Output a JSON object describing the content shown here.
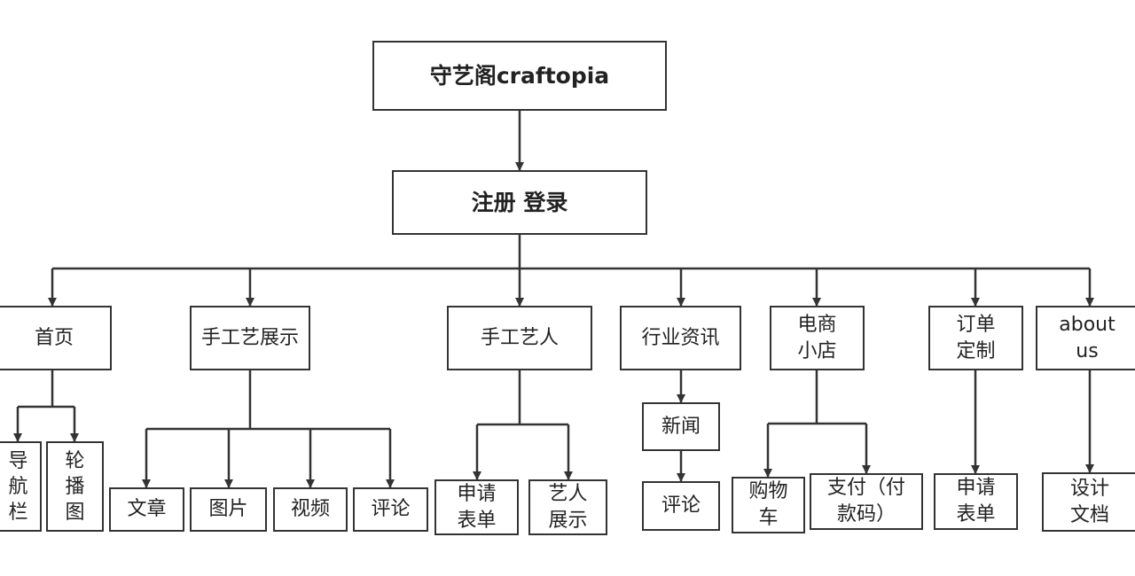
{
  "nodes": {
    "root": "守艺阁craftopia",
    "auth": "注册 登录",
    "home": "首页",
    "craft_show": "手工艺展示",
    "artisan": "手工艺人",
    "news_industry": "行业资讯",
    "shop": "电商小店",
    "order": "订单定制",
    "about": "about us",
    "nav": "导航栏",
    "carousel": "轮播图",
    "article": "文章",
    "image": "图片",
    "video": "视频",
    "comment1": "评论",
    "apply_form1": "申请表单",
    "artist_show": "艺人展示",
    "news": "新闻",
    "comment2": "评论",
    "cart": "购物车",
    "payment": "支付（付款码）",
    "apply_form2": "申请表单",
    "design_doc": "设计文档"
  }
}
